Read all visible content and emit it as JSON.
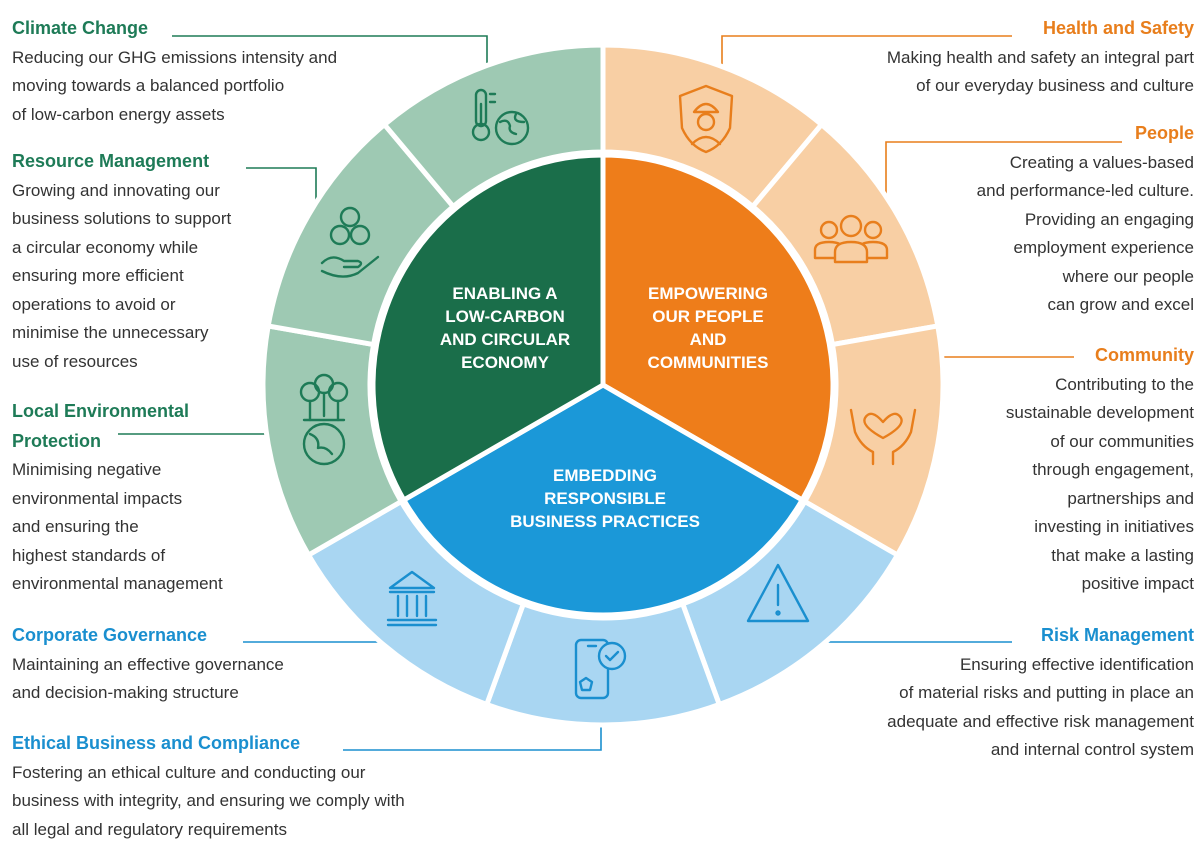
{
  "colors": {
    "green_dark": "#1a6e4a",
    "green_light": "#9ec9b3",
    "orange_dark": "#ee7d1a",
    "orange_light": "#f8cfa4",
    "blue_dark": "#1b98d8",
    "blue_light": "#a9d6f2"
  },
  "core": {
    "green": "ENABLING A LOW-CARBON AND CIRCULAR ECONOMY",
    "orange": "EMPOWERING OUR PEOPLE AND COMMUNITIES",
    "blue": "EMBEDDING RESPONSIBLE BUSINESS PRACTICES"
  },
  "core_lines": {
    "green": [
      "ENABLING A",
      "LOW-CARBON",
      "AND CIRCULAR",
      "ECONOMY"
    ],
    "orange": [
      "EMPOWERING",
      "OUR PEOPLE",
      "AND",
      "COMMUNITIES"
    ],
    "blue": [
      "EMBEDDING",
      "RESPONSIBLE",
      "BUSINESS PRACTICES"
    ]
  },
  "topics": {
    "climate_change": {
      "title": "Climate Change",
      "desc_lines": [
        "Reducing our GHG emissions intensity and",
        "moving towards a balanced portfolio",
        "of low-carbon energy assets"
      ],
      "icon": "thermometer-globe-icon"
    },
    "resource_management": {
      "title": "Resource Management",
      "desc_lines": [
        "Growing and innovating our",
        "business solutions to support",
        "a circular economy while",
        "ensuring more efficient",
        "operations to avoid or",
        "minimise the unnecessary",
        "use of resources"
      ],
      "icon": "recycle-hand-icon"
    },
    "local_env": {
      "title_lines": [
        "Local Environmental",
        "Protection"
      ],
      "desc_lines": [
        "Minimising negative",
        "environmental impacts",
        "and ensuring the",
        "highest standards of",
        "environmental management"
      ],
      "icon": "trees-globe-icon"
    },
    "corporate_governance": {
      "title": "Corporate Governance",
      "desc_lines": [
        "Maintaining an effective governance",
        "and decision-making structure"
      ],
      "icon": "institution-icon"
    },
    "ethical_business": {
      "title": "Ethical Business and Compliance",
      "desc_lines": [
        "Fostering an ethical culture and conducting our",
        "business with integrity, and ensuring we comply with",
        "all legal and regulatory requirements"
      ],
      "icon": "phone-check-icon"
    },
    "health_safety": {
      "title": "Health and Safety",
      "desc_lines": [
        "Making health and safety an integral part",
        "of our everyday business and culture"
      ],
      "icon": "worker-shield-icon"
    },
    "people": {
      "title": "People",
      "desc_lines": [
        "Creating a values-based",
        "and performance-led culture.",
        "Providing an engaging",
        "employment experience",
        "where our people",
        "can grow and excel"
      ],
      "icon": "people-group-icon"
    },
    "community": {
      "title": "Community",
      "desc_lines": [
        "Contributing to the",
        "sustainable development",
        "of our communities",
        "through engagement,",
        "partnerships and",
        "investing in initiatives",
        "that make a lasting",
        "positive impact"
      ],
      "icon": "heart-hands-icon"
    },
    "risk_management": {
      "title": "Risk Management",
      "desc_lines": [
        "Ensuring effective identification",
        "of material risks and putting in place an",
        "adequate and effective risk management",
        "and internal control system"
      ],
      "icon": "warning-triangle-icon"
    }
  }
}
